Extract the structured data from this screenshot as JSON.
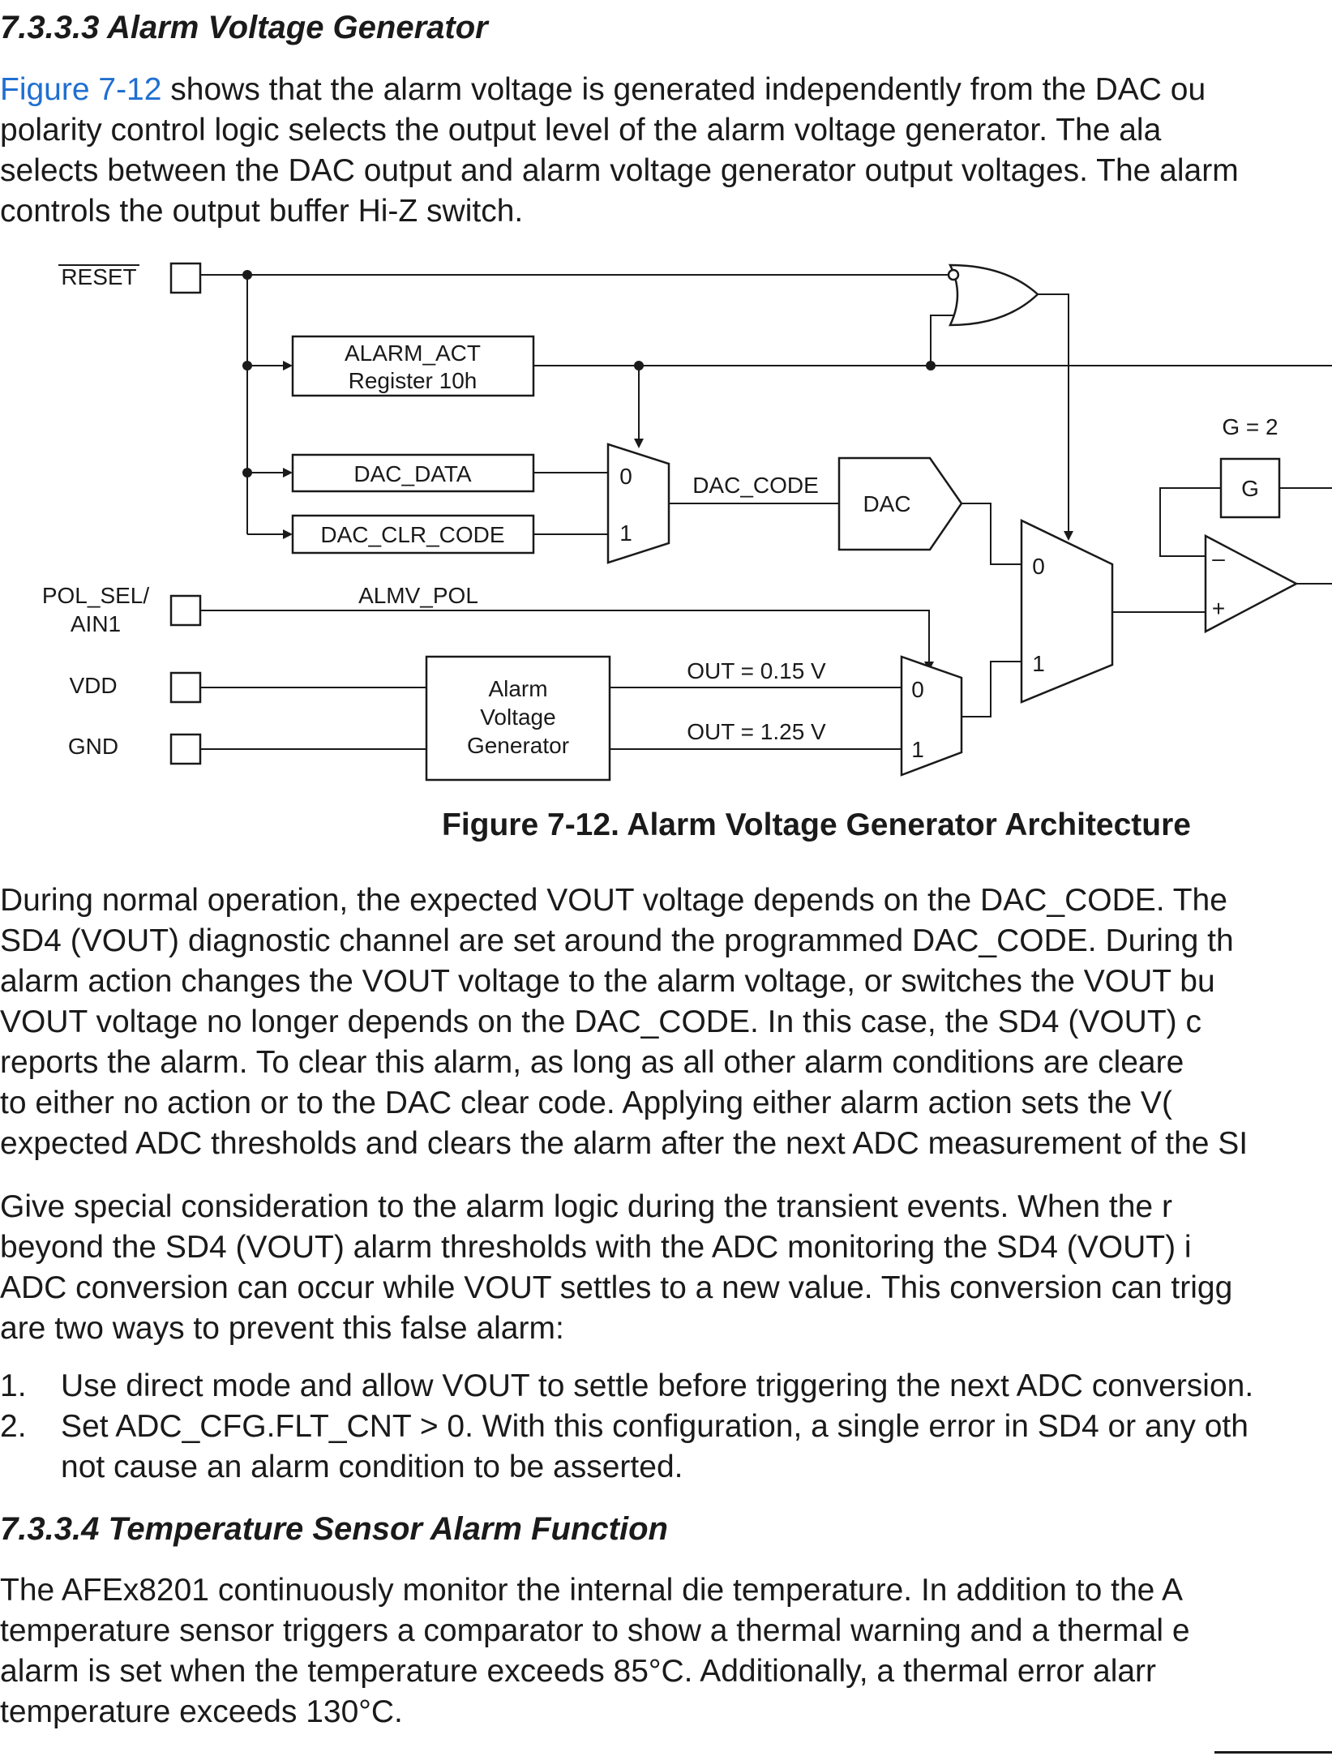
{
  "section_733": {
    "heading": "7.3.3.3 Alarm Voltage Generator",
    "para_link": "Figure 7-12",
    "para_lines": [
      " shows that the alarm voltage is generated independently from the DAC ou",
      "polarity control logic selects the output level of the alarm voltage generator. The ala",
      "selects between the DAC output and alarm voltage generator output voltages. The alarm",
      "controls the output buffer Hi-Z switch."
    ]
  },
  "figure": {
    "pins": {
      "reset": "RESET",
      "pol_sel_line1": "POL_SEL/",
      "pol_sel_line2": "AIN1",
      "vdd": "VDD",
      "gnd": "GND"
    },
    "blocks": {
      "alarm_act_line1": "ALARM_ACT",
      "alarm_act_line2": "Register 10h",
      "dac_data": "DAC_DATA",
      "dac_clr_code": "DAC_CLR_CODE",
      "dac": "DAC",
      "gain": "G",
      "gain_label": "G = 2",
      "avg_line1": "Alarm",
      "avg_line2": "Voltage",
      "avg_line3": "Generator"
    },
    "signals": {
      "dac_code": "DAC_CODE",
      "almv_pol": "ALMV_POL",
      "out_low": "OUT = 0.15 V",
      "out_high": "OUT = 1.25 V"
    },
    "mux_inputs": {
      "zero": "0",
      "one": "1"
    },
    "opamp": {
      "minus": "–",
      "plus": "+"
    },
    "caption": "Figure 7-12. Alarm Voltage Generator Architecture"
  },
  "body_after_figure": {
    "para1_lines": [
      "During normal operation, the expected VOUT voltage depends on the DAC_CODE. The",
      "SD4 (VOUT) diagnostic channel are set around the programmed DAC_CODE. During th",
      "alarm action changes the VOUT voltage to the alarm voltage, or switches the VOUT bu",
      "VOUT voltage no longer depends on the DAC_CODE. In this case, the SD4 (VOUT) c",
      "reports the alarm. To clear this alarm, as long as all other alarm conditions are cleare",
      "to either no action or to the DAC clear code. Applying either alarm action sets the V(",
      "expected ADC thresholds and clears the alarm after the next ADC measurement of the SI"
    ],
    "para2_lines": [
      "Give special consideration to the alarm logic during the transient events. When the r",
      "beyond the SD4 (VOUT) alarm thresholds with the ADC monitoring the SD4 (VOUT) i",
      "ADC conversion can occur while VOUT settles to a new value. This conversion can trigg",
      "are two ways to prevent this false alarm:"
    ],
    "list": [
      {
        "num": "1.",
        "lines": [
          "Use direct mode and allow VOUT to settle before triggering the next ADC conversion."
        ]
      },
      {
        "num": "2.",
        "lines": [
          "Set ADC_CFG.FLT_CNT > 0. With this configuration, a single error in SD4 or any oth",
          "not cause an alarm condition to be asserted."
        ]
      }
    ]
  },
  "section_734": {
    "heading": "7.3.3.4 Temperature Sensor Alarm Function",
    "para_lines": [
      "The AFEx8201 continuously monitor the internal die temperature. In addition to the A",
      "temperature sensor triggers a comparator to show a thermal warning and a thermal e",
      "alarm is set when the temperature exceeds 85°C. Additionally, a thermal error alarr",
      "temperature exceeds 130°C."
    ]
  }
}
